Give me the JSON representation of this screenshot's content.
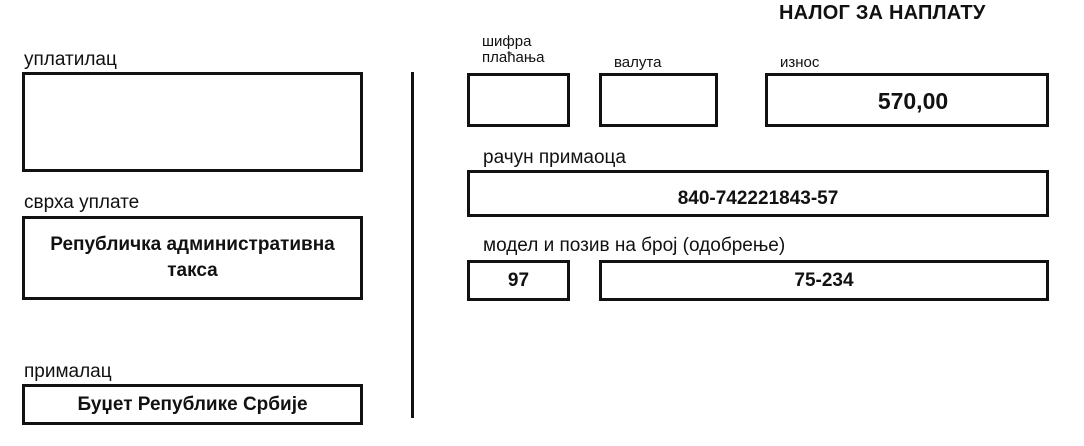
{
  "form": {
    "title": "НАЛОГ ЗА НАПЛАТУ"
  },
  "payer": {
    "label": "уплатилац",
    "value": ""
  },
  "purpose": {
    "label": "сврха уплате",
    "value_line1": "Републичка административна",
    "value_line2": "такса"
  },
  "recipient": {
    "label": "прималац",
    "value": "Буџет Републике Србије"
  },
  "payment_code": {
    "label_line1": "шифра",
    "label_line2": "плаћања",
    "value": ""
  },
  "currency": {
    "label": "валута",
    "value": ""
  },
  "amount": {
    "label": "износ",
    "value": "570,00"
  },
  "account": {
    "label": "рачун примаоца",
    "value": "840-742221843-57"
  },
  "reference": {
    "label": "модел и позив на број (одобрење)",
    "model": "97",
    "number": "75-234"
  }
}
